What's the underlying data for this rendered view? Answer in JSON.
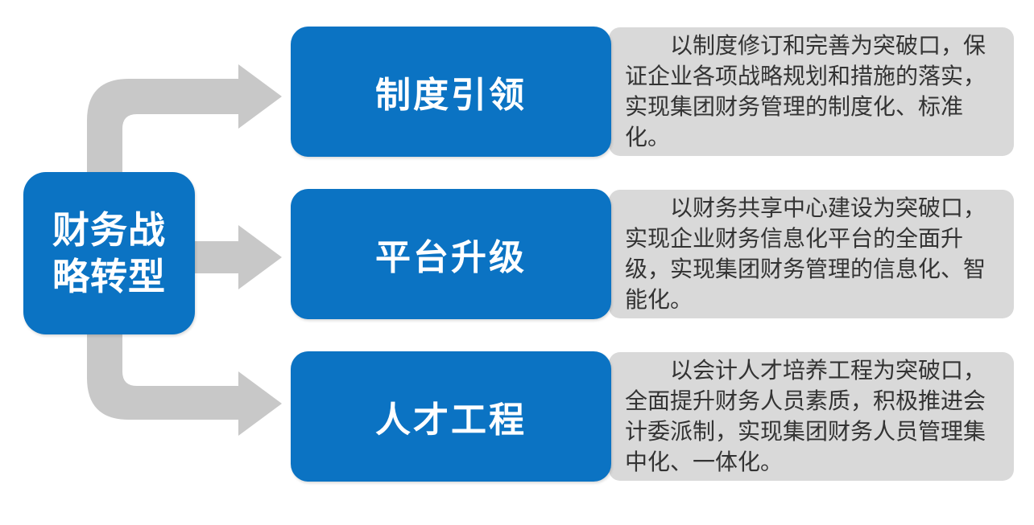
{
  "center": {
    "title": "财务战略转型"
  },
  "branches": [
    {
      "title": "制度引领",
      "description": "以制度修订和完善为突破口，保证企业各项战略规划和措施的落实，实现集团财务管理的制度化、标准化。"
    },
    {
      "title": "平台升级",
      "description": "以财务共享中心建设为突破口，实现企业财务信息化平台的全面升级，实现集团财务管理的信息化、智能化。"
    },
    {
      "title": "人才工程",
      "description": "以会计人才培养工程为突破口，全面提升财务人员素质，积极推进会计委派制，实现集团财务人员管理集中化、一体化。"
    }
  ],
  "colors": {
    "primary_blue": "#0b73c3",
    "arrow_gray": "#c8c8c8",
    "text_panel": "#d9d9d9",
    "text_color": "#333333"
  }
}
